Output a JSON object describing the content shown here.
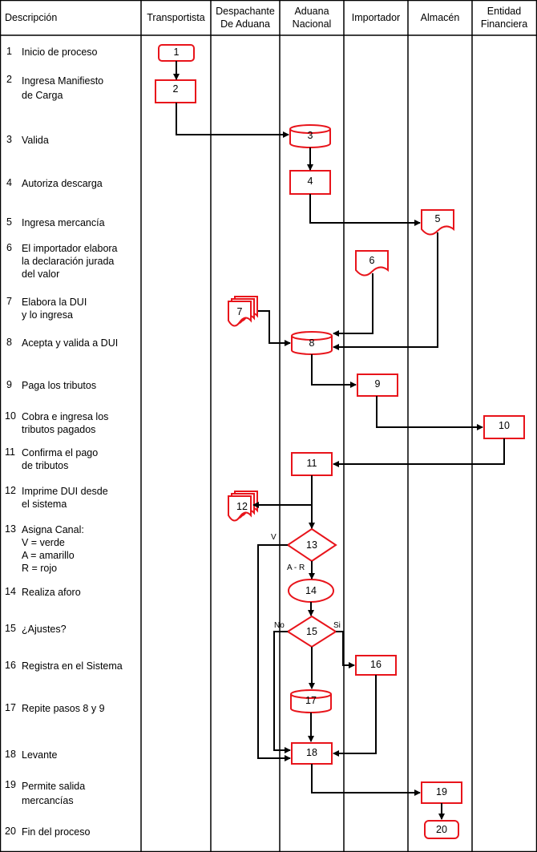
{
  "columns": [
    "Descripción",
    "Transportista",
    "Despachante\nDe Aduana",
    "Aduana\nNacional",
    "Importador",
    "Almacén",
    "Entidad\nFinanciera"
  ],
  "steps": [
    {
      "num": "1",
      "text": "Inicio de proceso"
    },
    {
      "num": "2",
      "text": "Ingresa Manifiesto\nde Carga"
    },
    {
      "num": "3",
      "text": "Valida"
    },
    {
      "num": "4",
      "text": "Autoriza descarga"
    },
    {
      "num": "5",
      "text": " Ingresa mercancía"
    },
    {
      "num": "6",
      "text": "El importador elabora\n la declaración jurada\ndel valor"
    },
    {
      "num": "7",
      "text": "Elabora la DUI\ny lo ingresa"
    },
    {
      "num": "8",
      "text": "Acepta y valida a DUI"
    },
    {
      "num": "9",
      "text": " Paga los tributos"
    },
    {
      "num": "10",
      "text": "Cobra e ingresa los\n tributos pagados"
    },
    {
      "num": "11",
      "text": "Confirma el pago\n de tributos"
    },
    {
      "num": "12",
      "text": "Imprime DUI desde\n el sistema"
    },
    {
      "num": "13",
      "text": "Asigna Canal:\nV = verde\nA = amarillo\nR = rojo"
    },
    {
      "num": "14",
      "text": "Realiza aforo"
    },
    {
      "num": "15",
      "text": "¿Ajustes?"
    },
    {
      "num": "16",
      "text": "Registra en el Sistema"
    },
    {
      "num": "17",
      "text": "Repite pasos 8 y 9"
    },
    {
      "num": "18",
      "text": "Levante"
    },
    {
      "num": "19",
      "text": "Permite salida\n mercancías"
    },
    {
      "num": "20",
      "text": "Fin del proceso"
    }
  ],
  "nodes": [
    {
      "id": "1",
      "shape": "rounded-rect"
    },
    {
      "id": "2",
      "shape": "rect"
    },
    {
      "id": "3",
      "shape": "cylinder"
    },
    {
      "id": "4",
      "shape": "rect"
    },
    {
      "id": "5",
      "shape": "document"
    },
    {
      "id": "6",
      "shape": "document"
    },
    {
      "id": "7",
      "shape": "multi-document"
    },
    {
      "id": "8",
      "shape": "cylinder"
    },
    {
      "id": "9",
      "shape": "rect"
    },
    {
      "id": "10",
      "shape": "rect"
    },
    {
      "id": "11",
      "shape": "rect"
    },
    {
      "id": "12",
      "shape": "multi-document"
    },
    {
      "id": "13",
      "shape": "diamond"
    },
    {
      "id": "14",
      "shape": "ellipse"
    },
    {
      "id": "15",
      "shape": "diamond"
    },
    {
      "id": "16",
      "shape": "rect"
    },
    {
      "id": "17",
      "shape": "cylinder"
    },
    {
      "id": "18",
      "shape": "rect"
    },
    {
      "id": "19",
      "shape": "rect"
    },
    {
      "id": "20",
      "shape": "rounded-rect"
    }
  ],
  "edge_labels": {
    "v": "V",
    "ar": "A - R",
    "no": "No",
    "si": "Si"
  },
  "colors": {
    "shape_stroke": "#e8141b",
    "line": "#000000"
  }
}
